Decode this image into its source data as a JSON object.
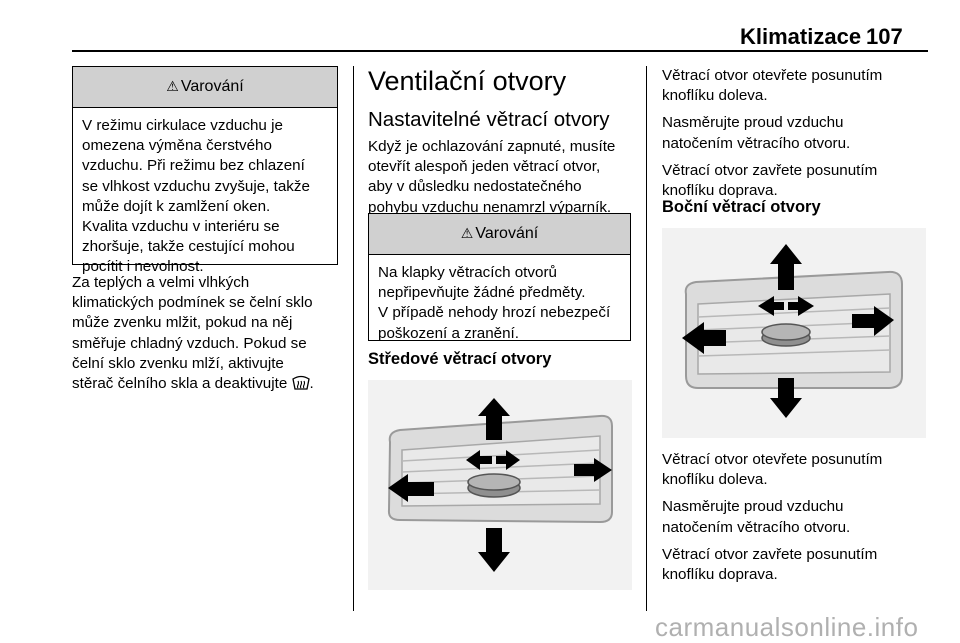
{
  "header": {
    "title": "Klimatizace",
    "page_number": "107"
  },
  "col1": {
    "warning": {
      "title": "Varování",
      "lines": [
        "V režimu cirkulace vzduchu je",
        "omezena výměna čerstvého",
        "vzduchu. Při režimu bez chlazení",
        "se vlhkost vzduchu zvyšuje, takže",
        "může dojít k zamlžení oken.",
        "Kvalita vzduchu v interiéru se",
        "zhoršuje, takže cestující mohou",
        "pocítit i nevolnost."
      ]
    },
    "body_lines": [
      "Za teplých a velmi vlhkých",
      "klimatických podmínek se čelní sklo",
      "může zvenku mlžit, pokud na něj",
      "směřuje chladný vzduch. Pokud se",
      "čelní sklo zvenku mlží, aktivujte",
      "stěrač čelního skla a deaktivujte"
    ],
    "body_last_suffix": ".",
    "defrost_icon": "windshield-defrost-icon"
  },
  "col2": {
    "heading": "Ventilační otvory",
    "subheading": "Nastavitelné větrací otvory",
    "intro_lines": [
      "Když je ochlazování zapnuté, musíte",
      "otevřít alespoň jeden větrací otvor,",
      "aby v důsledku nedostatečného",
      "pohybu vzduchu nenamrzl výparník."
    ],
    "warning": {
      "title": "Varování",
      "lines": [
        "Na klapky větracích otvorů",
        "nepřipevňujte žádné předměty.",
        "V případě nehody hrozí nebezpečí",
        "poškození a zranění."
      ]
    },
    "section_heading": "Středové větrací otvory"
  },
  "col3": {
    "top_paragraphs": [
      [
        "Větrací otvor otevřete posunutím",
        "knoflíku doleva."
      ],
      [
        "Nasměrujte proud vzduchu",
        "natočením větracího otvoru."
      ],
      [
        "Větrací otvor zavřete posunutím",
        "knoflíku doprava."
      ]
    ],
    "section_heading": "Boční větrací otvory",
    "bottom_paragraphs": [
      [
        "Větrací otvor otevřete posunutím",
        "knoflíku doleva."
      ],
      [
        "Nasměrujte proud vzduchu",
        "natočením větracího otvoru."
      ],
      [
        "Větrací otvor zavřete posunutím",
        "knoflíku doprava."
      ]
    ]
  },
  "watermark": "carmanualsonline.info"
}
